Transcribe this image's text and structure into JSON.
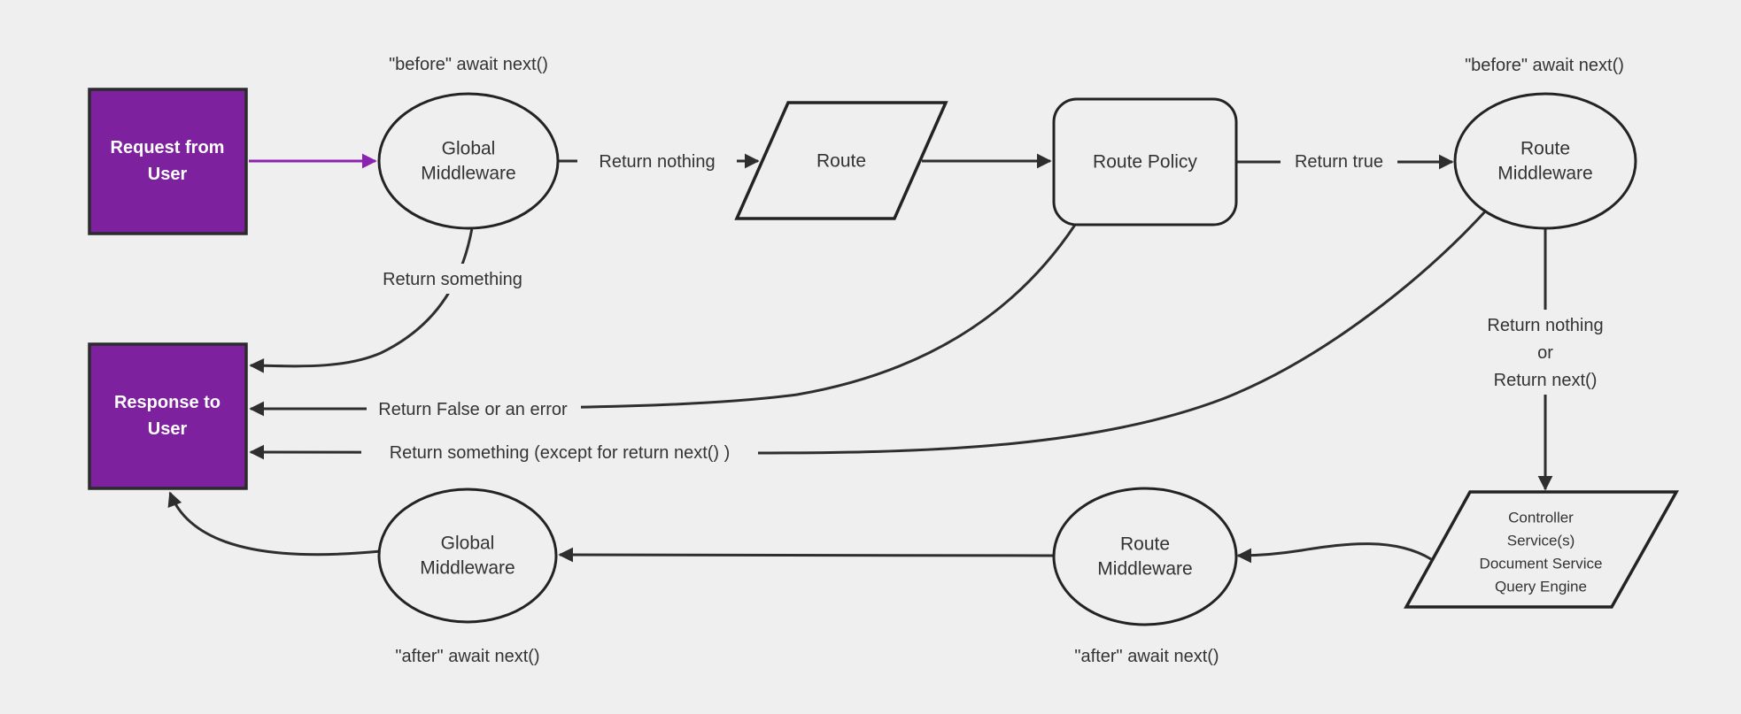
{
  "diagram": {
    "colors": {
      "background": "#efefef",
      "node_fill": "#efefef",
      "node_stroke": "#232323",
      "edge": "#2e2e2e",
      "text": "#333333",
      "purple": "#7d219f",
      "purple_arrow": "#8c23ae",
      "box_text": "#ffffff"
    },
    "nodes": {
      "request": {
        "line1": "Request from",
        "line2": "User"
      },
      "response": {
        "line1": "Response to",
        "line2": "User"
      },
      "global_middleware_top": {
        "line1": "Global",
        "line2": "Middleware"
      },
      "route": {
        "label": "Route"
      },
      "route_policy": {
        "label": "Route Policy"
      },
      "route_middleware_top": {
        "line1": "Route",
        "line2": "Middleware"
      },
      "controller": {
        "line1": "Controller",
        "line2": "Service(s)",
        "line3": "Document Service",
        "line4": "Query Engine"
      },
      "route_middleware_bottom": {
        "line1": "Route",
        "line2": "Middleware"
      },
      "global_middleware_bottom": {
        "line1": "Global",
        "line2": "Middleware"
      }
    },
    "annotations": {
      "before_global": "\"before\" await next()",
      "before_route": "\"before\" await next()",
      "after_route": "\"after\" await next()",
      "after_global": "\"after\" await next()"
    },
    "edge_labels": {
      "return_nothing": "Return nothing",
      "return_true": "Return true",
      "return_something": "Return something",
      "return_false_or_error": "Return False or an error",
      "return_something_except": "Return something (except for return next() )",
      "return_nothing_or": {
        "line1": "Return nothing",
        "line2": "or",
        "line3": "Return next()"
      }
    }
  }
}
